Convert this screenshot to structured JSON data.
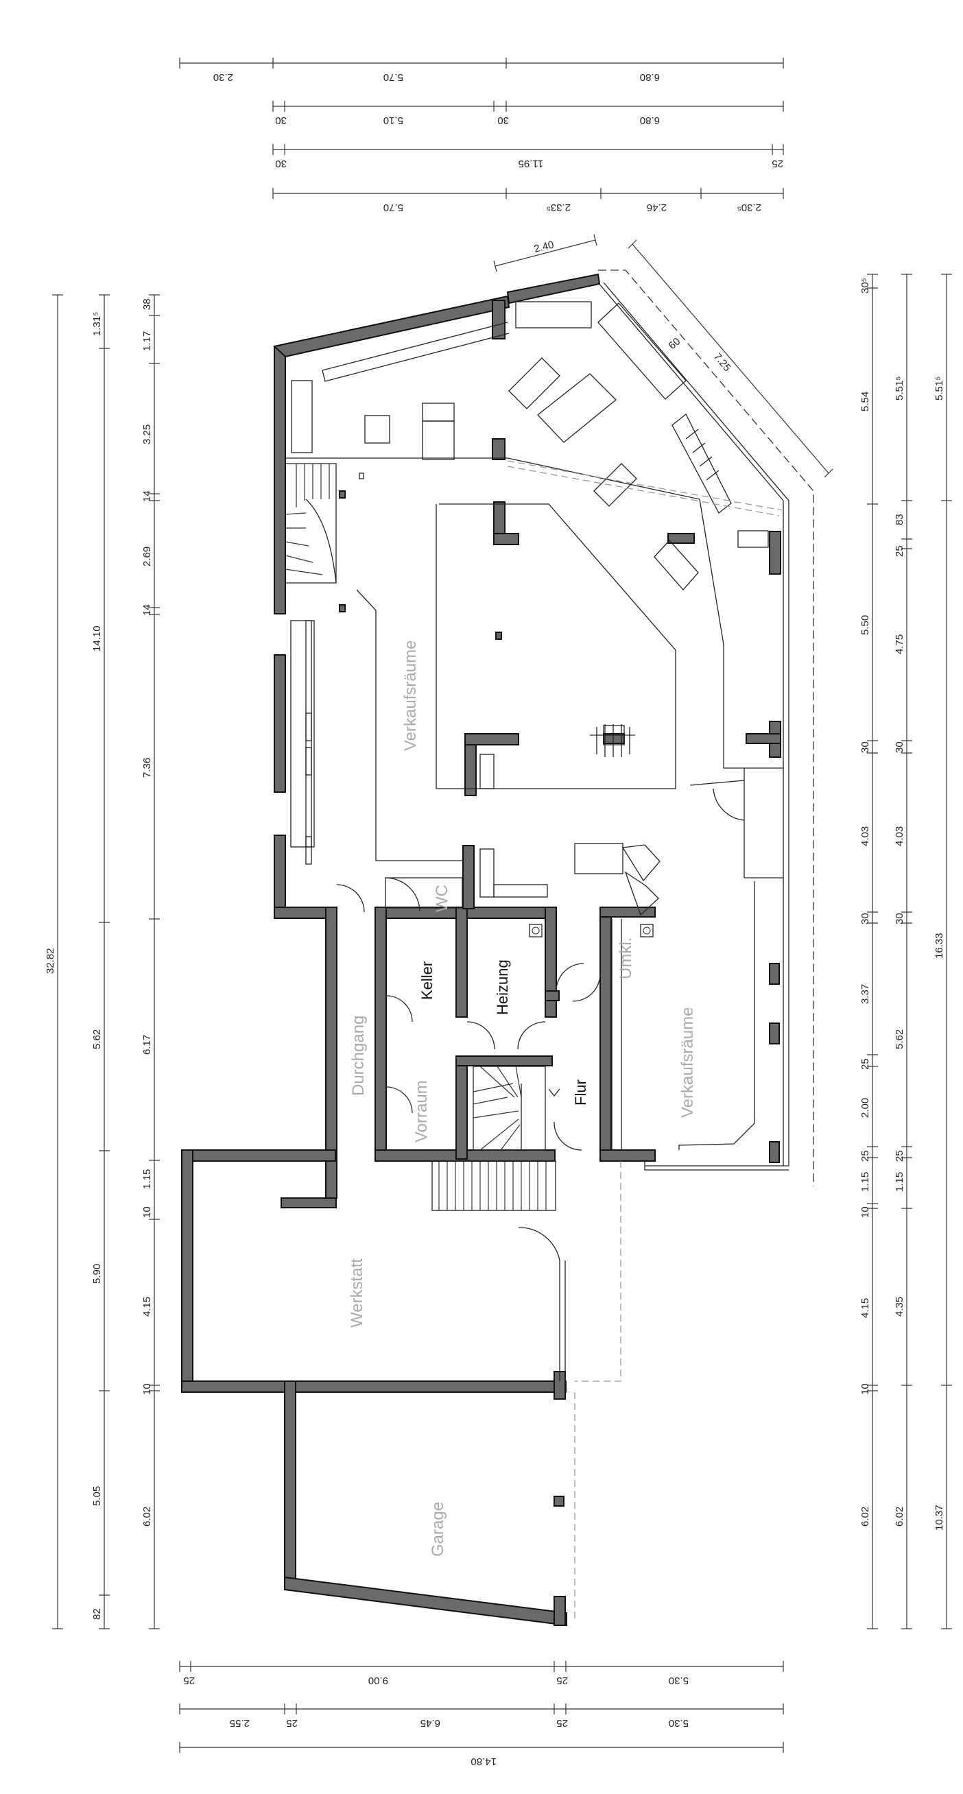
{
  "rooms": {
    "verkauf1": "Verkaufsräume",
    "verkauf2": "Verkaufsräume",
    "wc": "WC",
    "keller": "Keller",
    "heizung": "Heizung",
    "umkl": "Umkl.",
    "durchgang": "Durchgang",
    "vorraum": "Vorraum",
    "flur": "Flur",
    "werkstatt": "Werkstatt",
    "garage": "Garage"
  },
  "dims": {
    "top1": [
      "2.30",
      "5.70",
      "6.80"
    ],
    "top2": [
      "30",
      "5.10",
      "30",
      "6.80"
    ],
    "top3": [
      "30",
      "11.95",
      "25"
    ],
    "top4": [
      "5.70",
      "2.33⁵",
      "2.46",
      "2.30⁵"
    ],
    "bottom1": [
      "25",
      "9.00",
      "25",
      "5.30"
    ],
    "bottom2": [
      "2.55",
      "25",
      "6.45",
      "25",
      "5.30"
    ],
    "bottom3": [
      "14.80"
    ],
    "left1": [
      "32.82"
    ],
    "left2": [
      "1.31⁵",
      "14.10",
      "5.62",
      "5.90",
      "5.05",
      "82"
    ],
    "left3": [
      "38",
      "1.17",
      "3.25",
      "14",
      "2.69",
      "14",
      "7.36",
      "6.17",
      "10",
      "1.15",
      "4.15",
      "10",
      "6.02"
    ],
    "right1": [
      "30⁵",
      "5.54",
      "5.50",
      "30",
      "4.03",
      "30",
      "3.37",
      "25",
      "2.00",
      "25",
      "1.15",
      "10",
      "4.15",
      "10",
      "6.02"
    ],
    "right2": [
      "5.51⁵",
      "83",
      "25",
      "4.75",
      "30",
      "4.03",
      "30",
      "5.62",
      "25",
      "1.15",
      "4.35",
      "6.02"
    ],
    "right3": [
      "5.51⁵",
      "16.33",
      "10.37"
    ],
    "diag": [
      "2.40",
      "60",
      "7.25"
    ]
  }
}
